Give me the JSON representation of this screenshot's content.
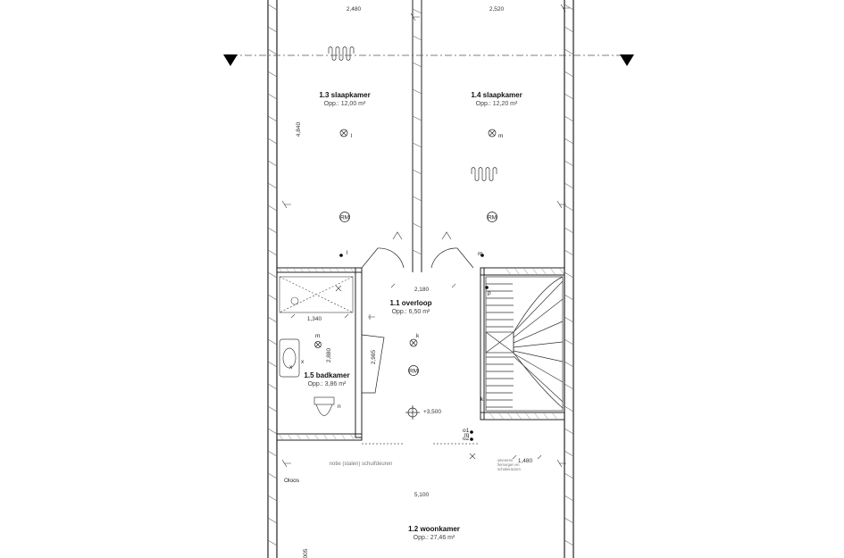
{
  "rooms": {
    "slaapkamer_13": {
      "name": "1.3 slaapkamer",
      "area": "Opp.: 12,00 m²"
    },
    "slaapkamer_14": {
      "name": "1.4 slaapkamer",
      "area": "Opp.: 12,20 m²"
    },
    "overloop": {
      "name": "1.1 overloop",
      "area": "Opp.: 6,50 m²"
    },
    "badkamer": {
      "name": "1.5 badkamer",
      "area": "Opp.: 3,86 m²"
    },
    "woonkamer": {
      "name": "1.2 woonkamer",
      "area": "Opp.: 27,46 m²"
    }
  },
  "dimensions": {
    "top_left": "2,480",
    "top_right": "2,520",
    "bedroom_depth": "4,840",
    "overloop_width": "2,180",
    "bath_width": "1,340",
    "bath_depth": "2,880",
    "overloop_depth": "2,985",
    "level": "+3,500",
    "stair_width": "1,480",
    "woonkamer_width": "5,100",
    "woonkamer_depth": "005"
  },
  "symbols": {
    "rm": "RM",
    "l": "l",
    "m": "m",
    "k": "k",
    "n": "n",
    "p": "p",
    "x": "x",
    "o1": "o1",
    "o2": "o2",
    "m_small": "m",
    "oloos": "Oloos"
  },
  "notes": {
    "sliding_door": "notie (stalen) schuifdeuren",
    "stair_note_1": "uitvoeren",
    "stair_note_2": "fiemorgen en",
    "stair_note_3": "schakeraciom"
  }
}
